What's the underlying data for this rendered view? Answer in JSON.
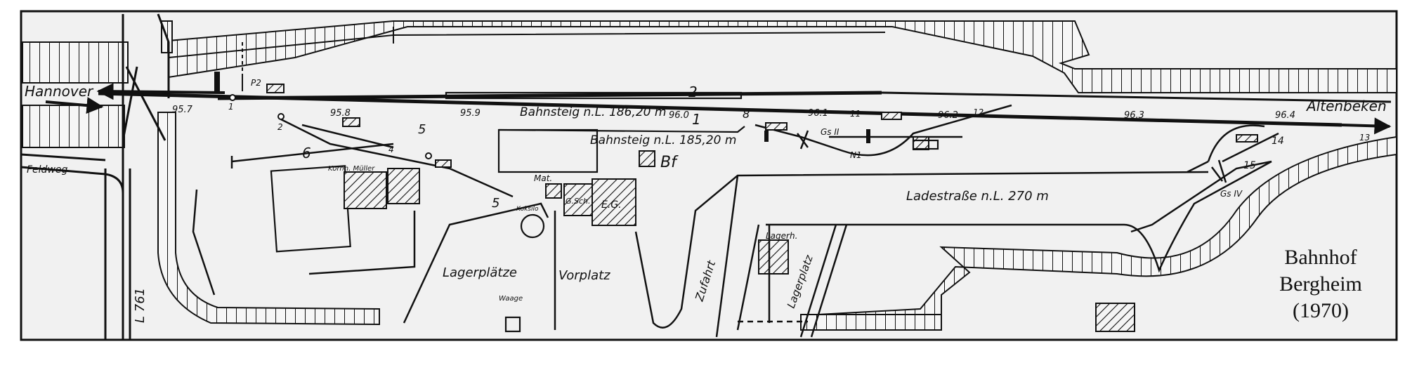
{
  "caption": {
    "line1": "Bahnhof",
    "line2": "Bergheim",
    "line3": "(1970)"
  },
  "directions": {
    "west": "Hannover",
    "east": "Altenbeken"
  },
  "tracks": {
    "t1": "1",
    "t2": "2",
    "t5": "5",
    "t5b": "5",
    "t6": "6"
  },
  "switches": {
    "w1": "1",
    "w2": "2",
    "w4": "4",
    "w8": "8",
    "w11": "11",
    "w12": "12",
    "w13": "13",
    "w14": "14",
    "w15": "15",
    "n1": "N1"
  },
  "kilometers": {
    "k957": "95.7",
    "k958": "95.8",
    "k959": "95.9",
    "k960": "96.0",
    "k961": "96.1",
    "k962": "96.2",
    "k963": "96.3",
    "k964": "96.4"
  },
  "platforms": {
    "p1": "Bahnsteig n.L. 186,20 m",
    "p2": "Bahnsteig n.L. 185,20 m"
  },
  "labels": {
    "p2_signal": "P2",
    "feldweg": "Feldweg",
    "road": "L 761",
    "kornhaus": "Kornh. Müller",
    "mat": "Mat.",
    "gsch": "G.Sch.",
    "eg": "E.G.",
    "bf": "Bf",
    "koksilo": "Koksilo",
    "lagerplaetze": "Lagerplätze",
    "vorplatz": "Vorplatz",
    "waage": "Waage",
    "zufahrt": "Zufahrt",
    "lagerh": "Lagerh.",
    "lagerplatz": "Lagerplatz",
    "ladestrasse": "Ladestraße n.L. 270 m",
    "gs2": "Gs II",
    "gs4": "Gs IV"
  }
}
